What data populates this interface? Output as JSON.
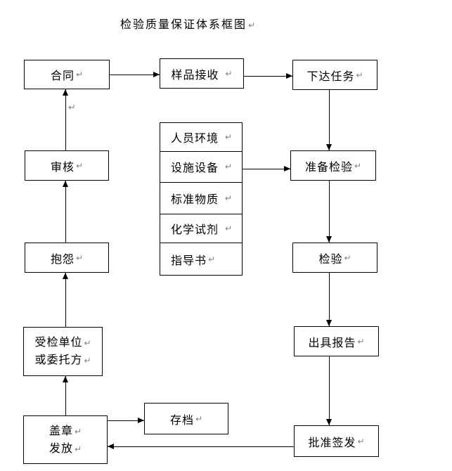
{
  "title": "检验质量保证体系框图",
  "paragraph_mark": "↵",
  "colors": {
    "line": "#000000",
    "mark": "#808080",
    "background": "#ffffff"
  },
  "nodes": {
    "contract": {
      "label": "合同"
    },
    "sample_reception": {
      "label": "样品接收"
    },
    "assign_task": {
      "label": "下达任务"
    },
    "review": {
      "label": "审核"
    },
    "prepare_inspection": {
      "label": "准备检验"
    },
    "complaint": {
      "label": "抱怨"
    },
    "inspection": {
      "label": "检验"
    },
    "inspected_party": {
      "line1": "受检单位",
      "line2": "或委托方"
    },
    "issue_report": {
      "label": "出具报告"
    },
    "stamp_distribute": {
      "line1": "盖章",
      "line2": "发放"
    },
    "archive": {
      "label": "存档"
    },
    "approve_issue": {
      "label": "批准签发"
    }
  },
  "resource_table": {
    "rows": [
      {
        "label": "人员环境"
      },
      {
        "label": "设施设备"
      },
      {
        "label": "标准物质"
      },
      {
        "label": "化学试剂"
      },
      {
        "label": "指导书"
      }
    ]
  }
}
